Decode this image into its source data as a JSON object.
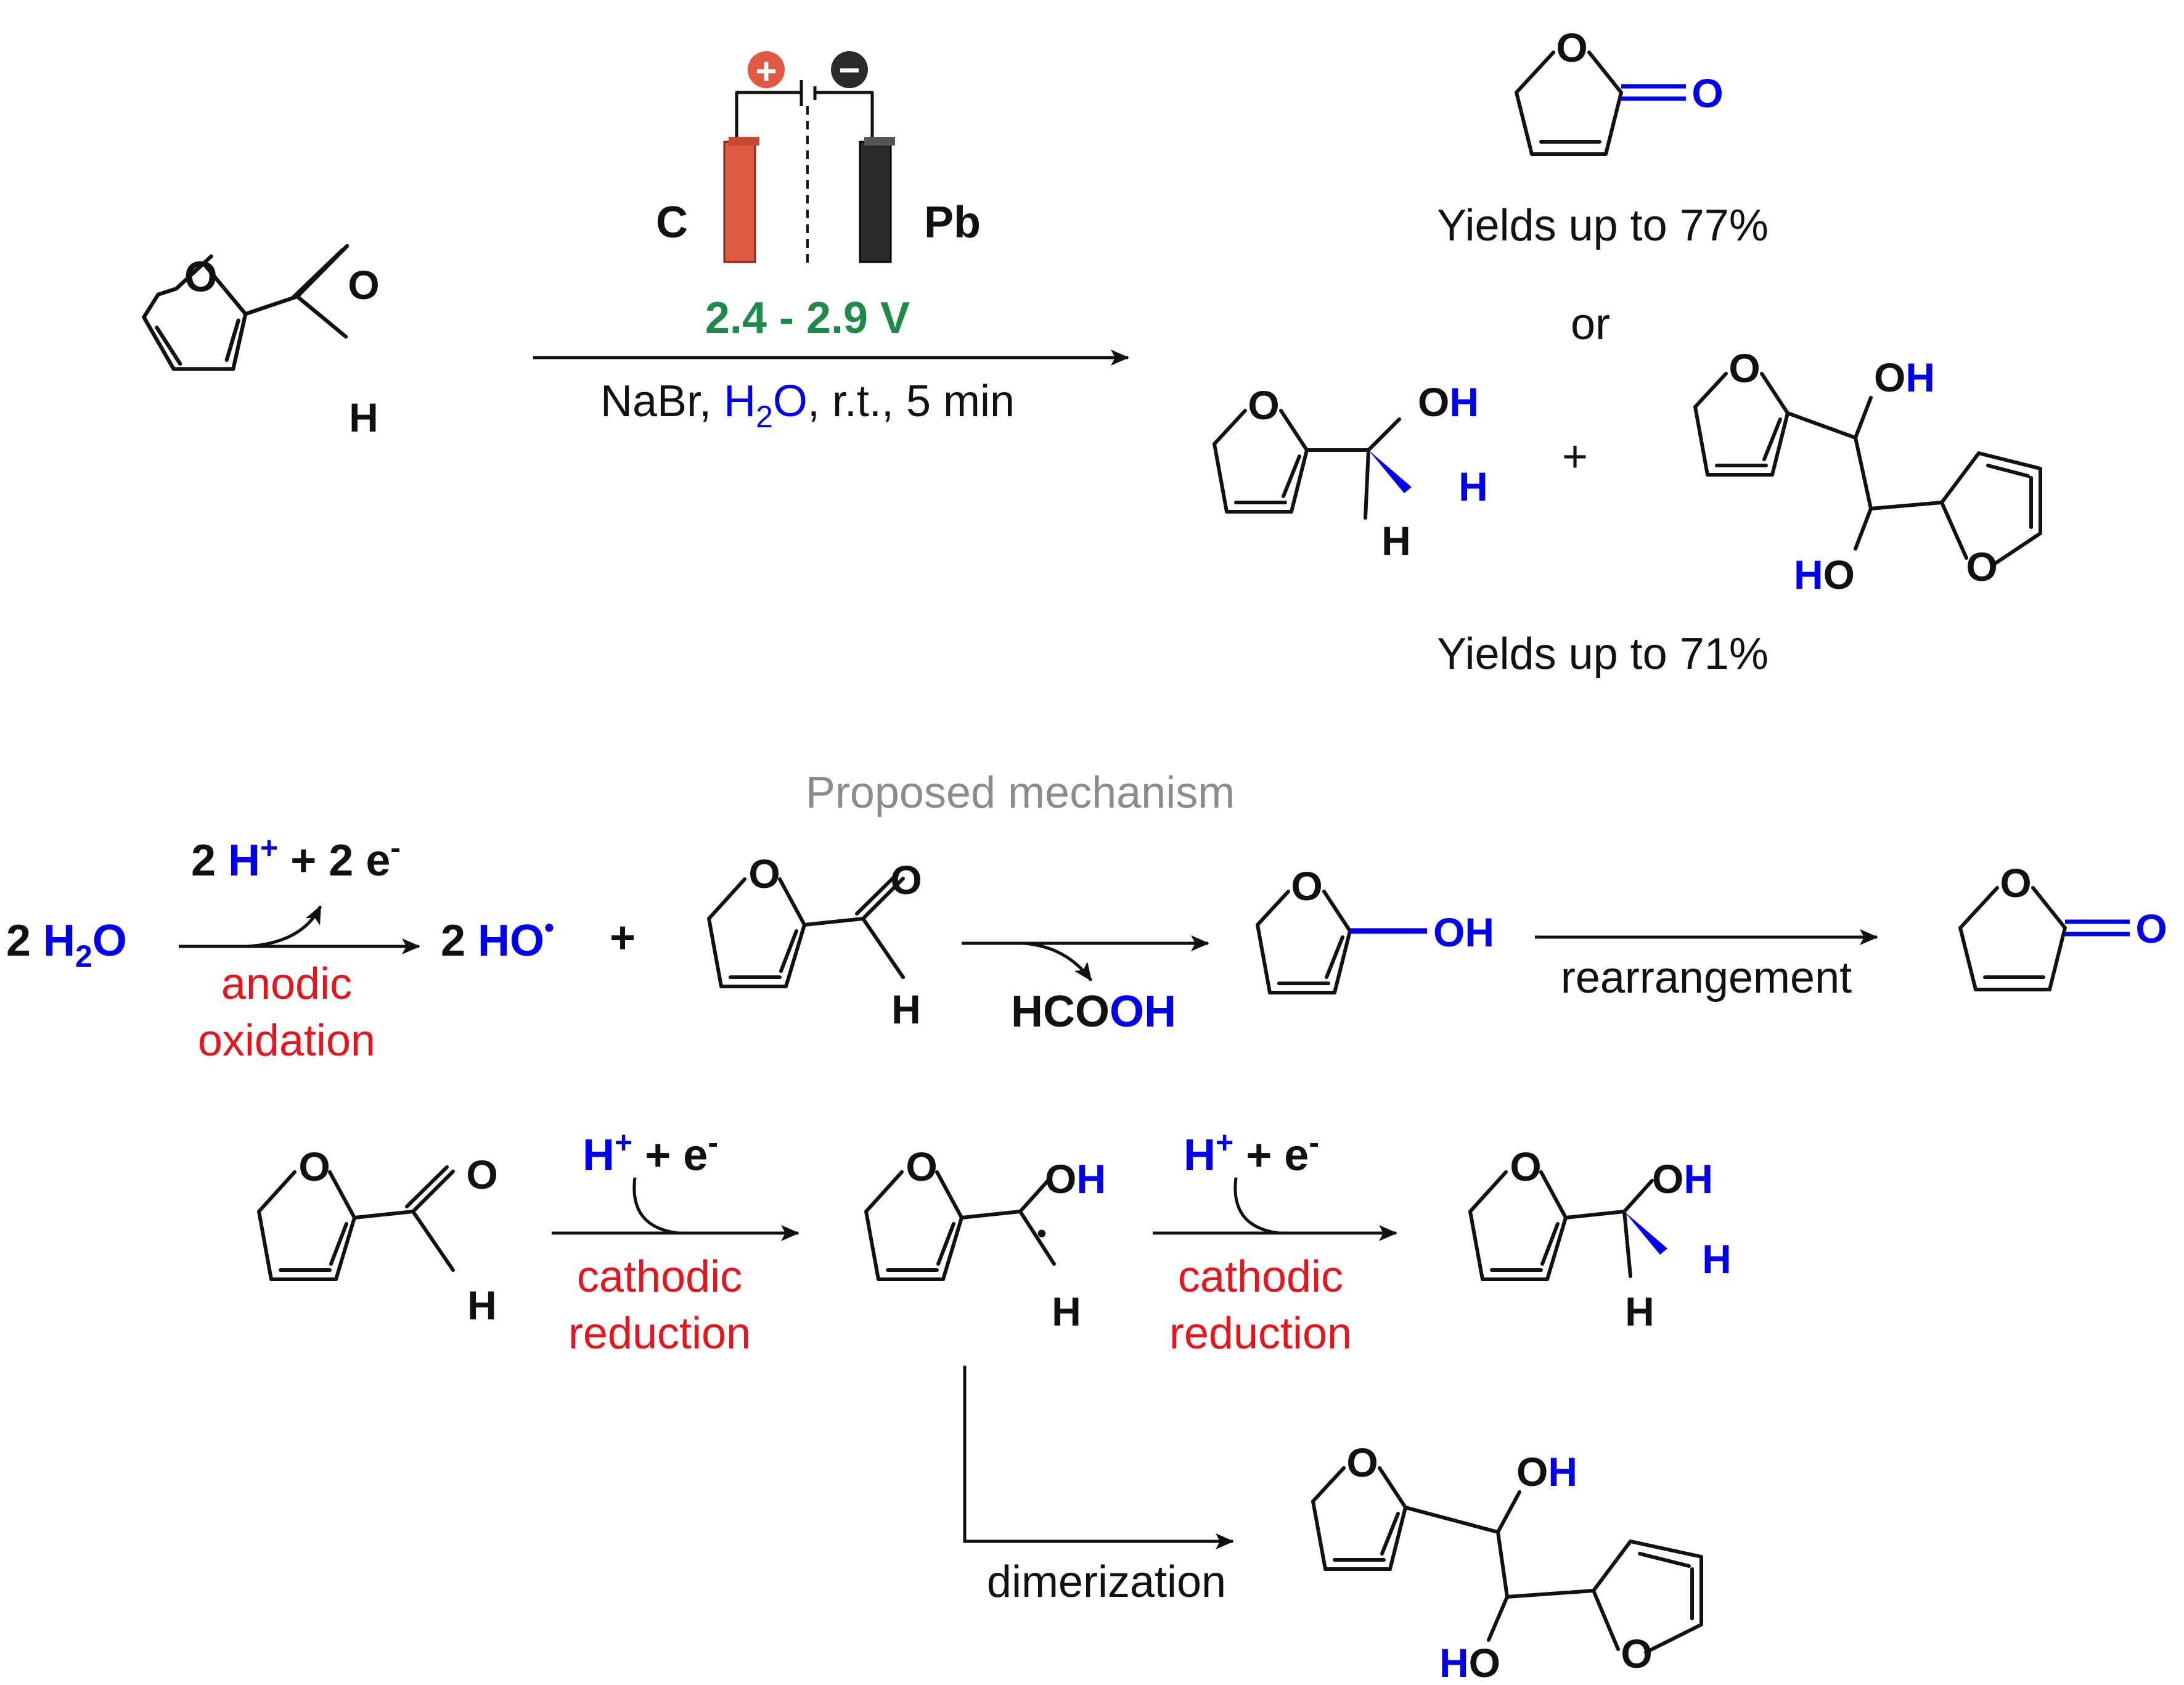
{
  "reaction": {
    "voltage": "2.4 - 2.9 V",
    "anode_label": "C",
    "cathode_label": "Pb",
    "plus_sign": "+",
    "minus_sign": "−",
    "conditions_pre": "NaBr, ",
    "conditions_h": "H",
    "conditions_sub": "2",
    "conditions_o": "O",
    "conditions_post": ", r.t., 5 min",
    "yield_top": "Yields up to 77%",
    "or": "or",
    "plus": "+",
    "yield_bottom": "Yields up to 71%"
  },
  "mechanism": {
    "title": "Proposed mechanism",
    "water_coef": "2 ",
    "water_h": "H",
    "water_sub": "2",
    "water_o": "O",
    "byproduct_a": "2 ",
    "byproduct_h": "H",
    "byproduct_sup": "+",
    "byproduct_b": " + 2 e",
    "byproduct_sup2": "-",
    "anodic_line1": "anodic",
    "anodic_line2": "oxidation",
    "radical_coef": "2 ",
    "radical_ho": "HO",
    "radical_dot": "•",
    "plus": "+",
    "formic_a": "HCO",
    "formic_b": "OH",
    "rearrangement": "rearrangement",
    "step_h": "H",
    "step_sup": "+",
    "step_b": " + e",
    "step_sup2": "-",
    "cathodic_line1": "cathodic",
    "cathodic_line2": "reduction",
    "dimerization": "dimerization"
  },
  "atoms": {
    "O": "O",
    "H": "H",
    "OH_O": "O",
    "OH_H": "H",
    "HO_H": "H",
    "HO_O": "O",
    "OH": "OH",
    "dot": "•"
  },
  "colors": {
    "black": "#111111",
    "blue": "#0000ee",
    "red": "#e8141b",
    "green": "#1e8a4a",
    "gray": "#8c8c8c",
    "anode": "#e05a43",
    "cathode": "#2a2a2a"
  }
}
